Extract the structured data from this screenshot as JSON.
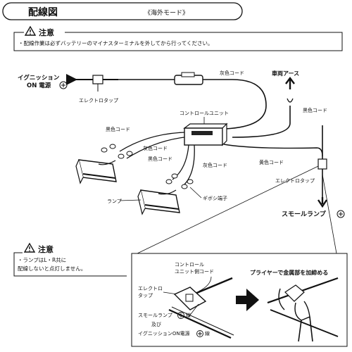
{
  "header": {
    "title": "配線図",
    "subtitle": "《海外モード》"
  },
  "caution_top": {
    "heading": "注意",
    "text": "・配線作業は必ずバッテリーのマイナスターミナルを外してから行ってください。"
  },
  "labels": {
    "ignition_line1": "イグニッション",
    "ignition_line2": "ON 電源",
    "plus_symbol": "+",
    "electro_tap_left": "エレクトロタップ",
    "gray_cord_top": "灰色コード",
    "body_ground": "車両アース",
    "black_cord_right": "黒色コード",
    "control_unit": "コントロールユニット",
    "black_cord_left": "黒色コード",
    "gray_cord_mid": "灰色コード",
    "black_cord_mid": "黒色コード",
    "gray_cord_lower": "灰色コード",
    "yellow_cord": "黄色コード",
    "electro_tap_right": "エレクトロタップ",
    "lamp": "ランプ",
    "gibosi_terminal": "ギボシ端子",
    "small_lamp": "スモールランプ"
  },
  "caution_bottom": {
    "heading": "注意",
    "line1": "・ランプはL・R共に",
    "line2": "配線しないと点灯しません。"
  },
  "detail": {
    "control_cord_line1": "コントロール",
    "control_cord_line2": "ユニット側コード",
    "tap_line1": "エレクトロ",
    "tap_line2": "タップ",
    "small_lamp_wire": "スモールランプ",
    "wire_suffix": "線",
    "and": "及び",
    "ignition_wire": "イグニッションON電源",
    "plier_note": "プライヤーで金属部を加締める"
  },
  "colors": {
    "line": "#111111",
    "background": "#ffffff"
  }
}
